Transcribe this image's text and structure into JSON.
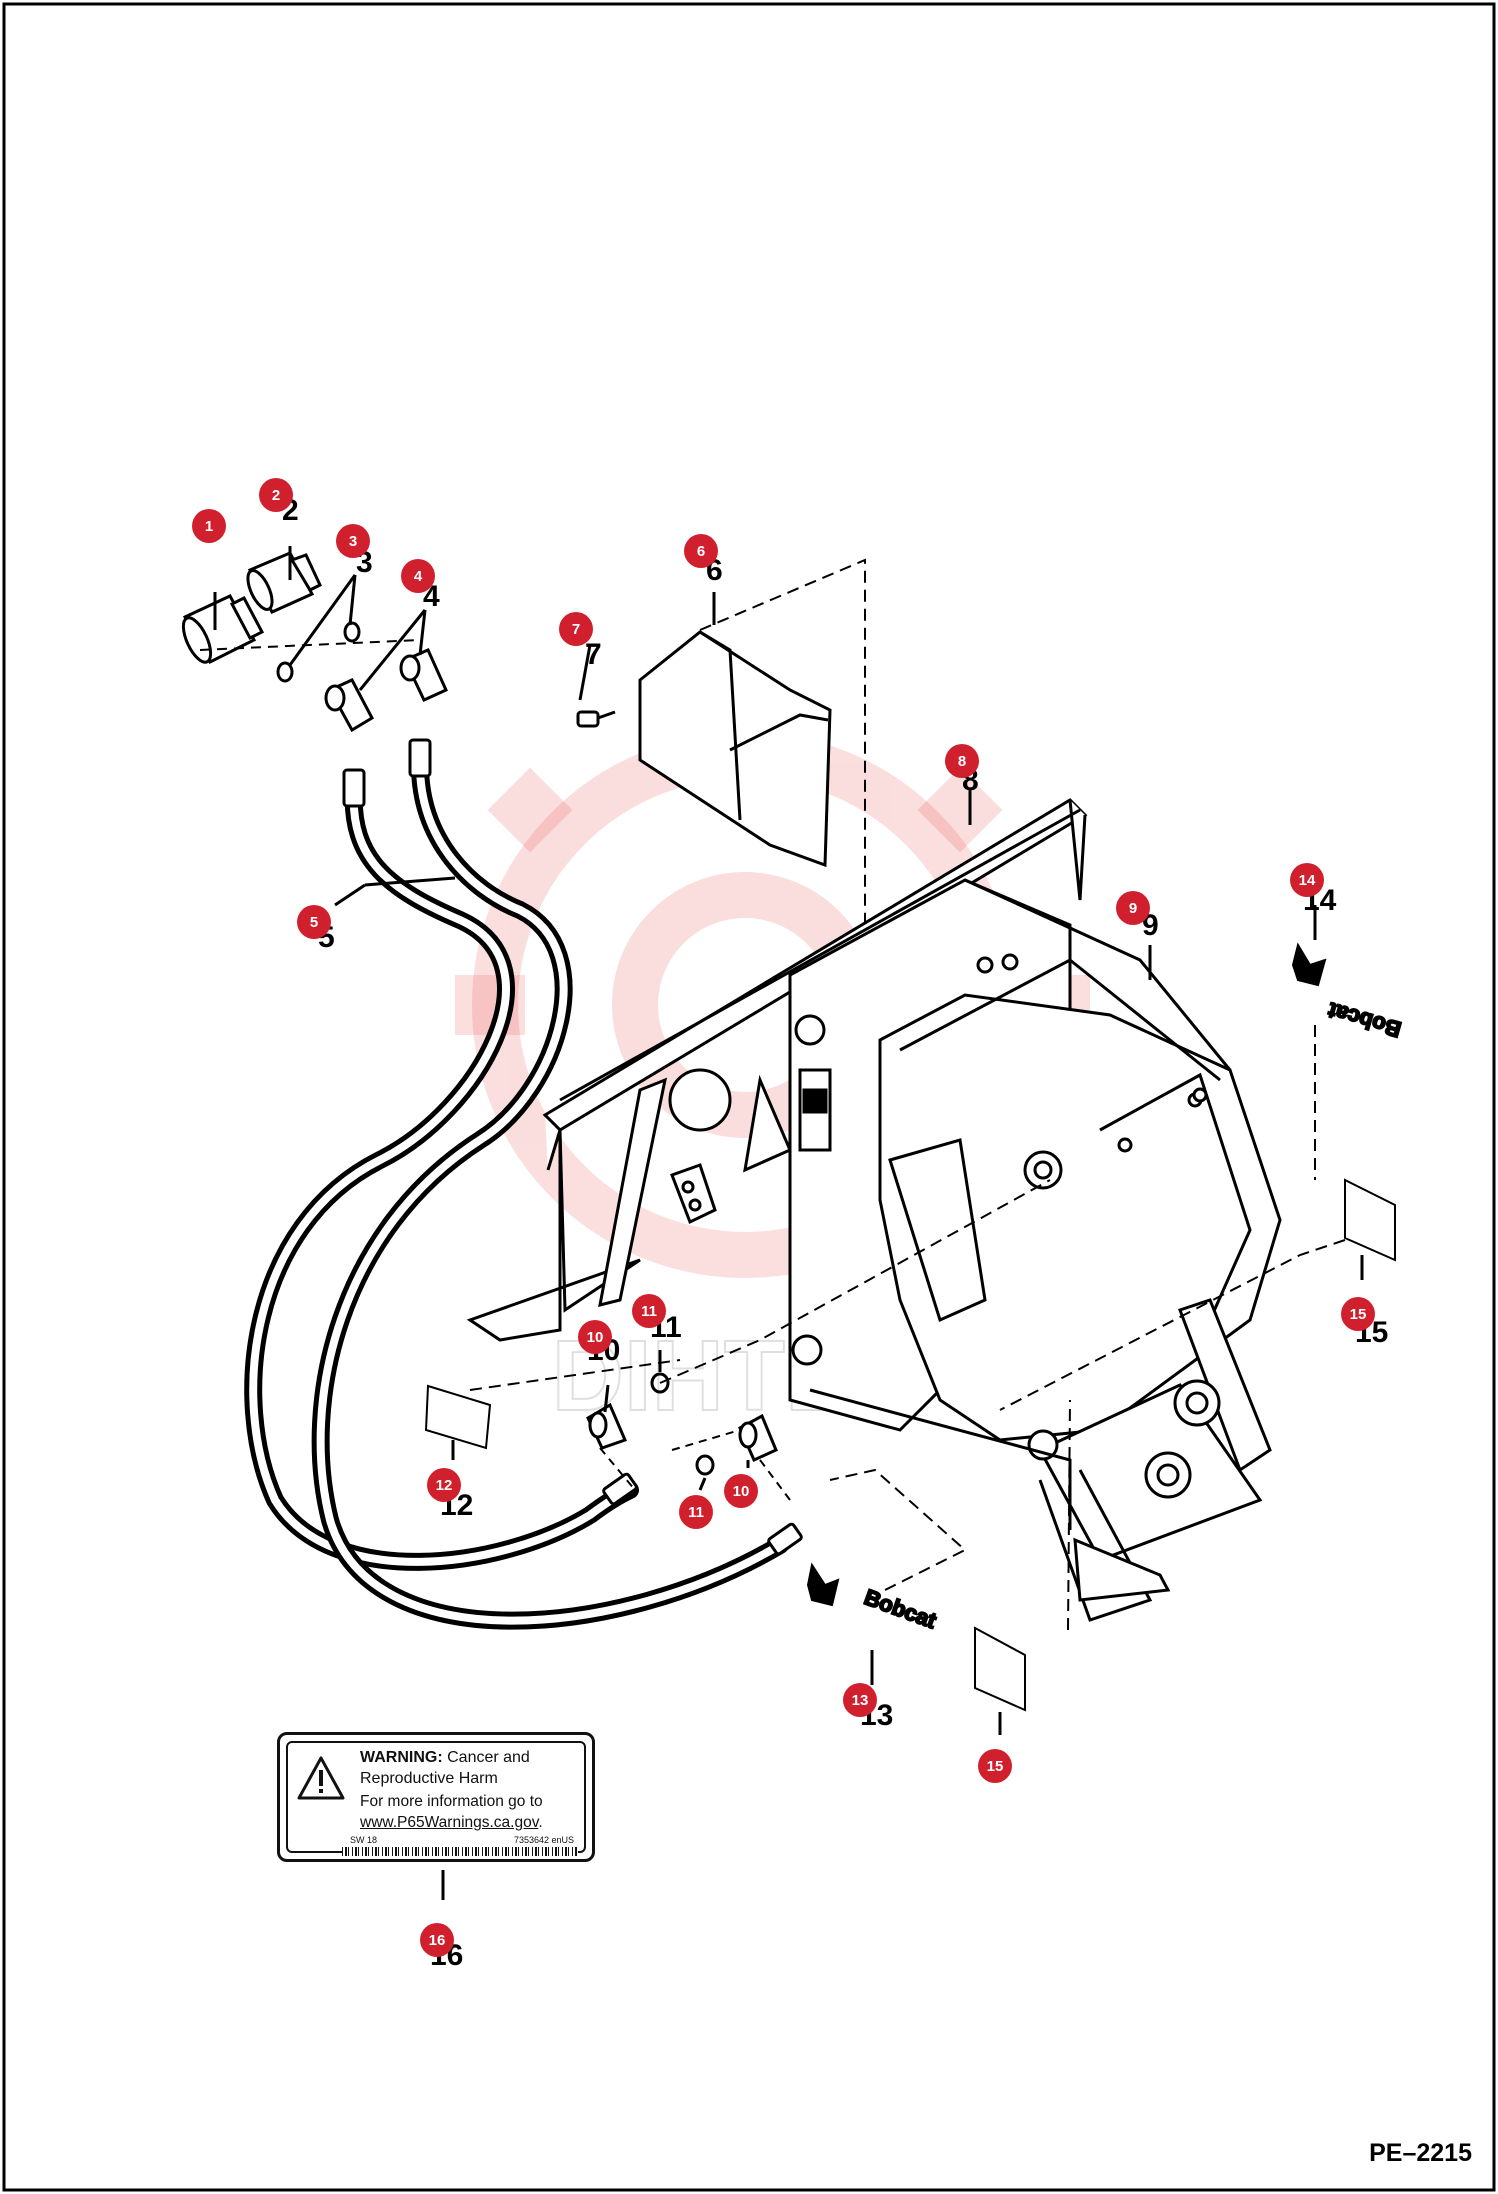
{
  "page_code": "PE–2215",
  "watermark_text": "DIHTEX",
  "callout_color": "#d0202e",
  "watermark_color": "#e84a4a",
  "callouts": [
    "1",
    "2",
    "3",
    "4",
    "5",
    "6",
    "7",
    "8",
    "9",
    "10",
    "11",
    "12",
    "13",
    "14",
    "15",
    "16"
  ],
  "ghost_numbers": [
    "2",
    "3",
    "4",
    "5",
    "6",
    "7",
    "8",
    "9",
    "10",
    "11",
    "12",
    "13",
    "14",
    "15",
    "16"
  ],
  "decal_text": "Bobcat",
  "warning_label": {
    "icon": "warning-triangle-icon",
    "title_bold": "WARNING:",
    "title_rest": "Cancer and Reproductive Harm",
    "more_info": "For more information go to",
    "link": "www.P65Warnings.ca.gov",
    "link_suffix": ".",
    "code_left": "SW 18",
    "code_right": "7353642 enUS"
  }
}
